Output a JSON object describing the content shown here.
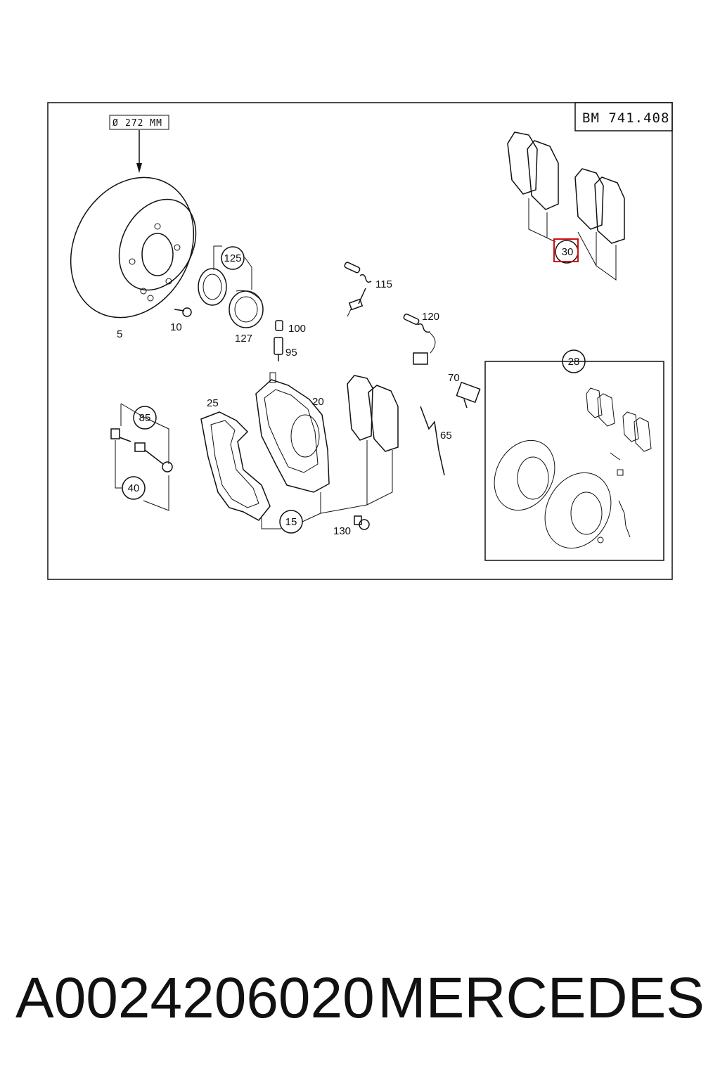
{
  "diagram": {
    "reference": "BM 741.408",
    "disc_diameter": "272 MM",
    "diameter_symbol": "Ø",
    "highlight_color": "#d01010",
    "highlighted_item": "30",
    "callouts": [
      {
        "id": "callout-30",
        "label": "30"
      },
      {
        "id": "callout-125",
        "label": "125"
      },
      {
        "id": "callout-85",
        "label": "85"
      },
      {
        "id": "callout-40",
        "label": "40"
      },
      {
        "id": "callout-15",
        "label": "15"
      },
      {
        "id": "callout-28",
        "label": "28"
      }
    ],
    "labels": {
      "l5": "5",
      "l10": "10",
      "l127": "127",
      "l115": "115",
      "l100": "100",
      "l95": "95",
      "l120": "120",
      "l70": "70",
      "l65": "65",
      "l25": "25",
      "l20": "20",
      "l130": "130"
    }
  },
  "footer": {
    "part_number": "A0024206020",
    "brand": "MERCEDES"
  }
}
